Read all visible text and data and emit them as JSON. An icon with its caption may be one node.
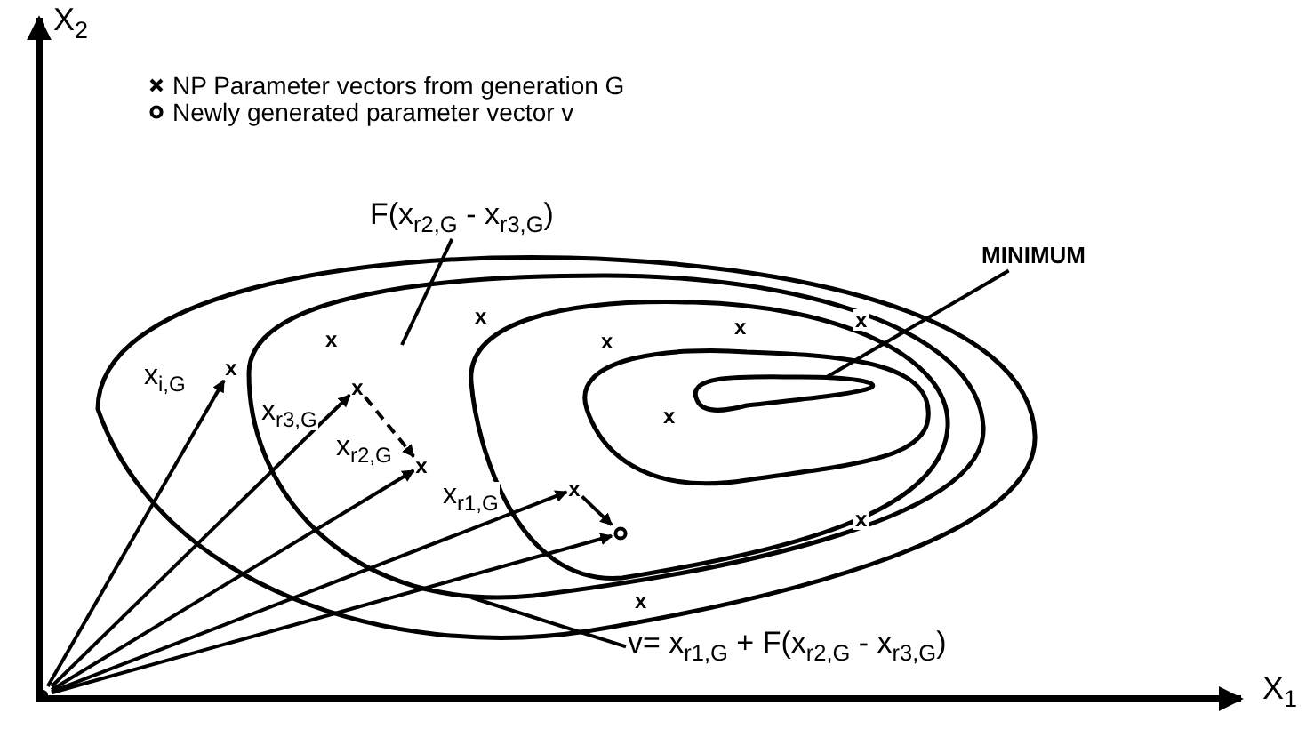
{
  "diagram": {
    "nodes": [
      {
        "text": [
          "F(x$_{r2,G}$ - x$_{r3,G}$)"
        ]
      },
      {
        "text": [
          "MINIMUM"
        ]
      },
      {
        "text": [
          "x"
        ]
      },
      {
        "text": [
          "x"
        ]
      },
      {
        "text": [
          "x"
        ]
      },
      {
        "text": [
          "x"
        ]
      },
      {
        "text": [],
        "shape": "circle"
      },
      {
        "text": [
          "v= x$_{r1,G}$ + F(x$_{r2,G}$ - x$_{r3,G}$)"
        ]
      },
      {
        "text": [],
        "shape": "dot"
      }
    ],
    "edges": [
      {
        "from": 8,
        "to": 2,
        "arrow": "to",
        "label": "x$_{i,G}$"
      },
      {
        "from": 8,
        "to": 3,
        "arrow": "to",
        "label": "x$_{r3,G}$"
      },
      {
        "from": 8,
        "to": 4,
        "arrow": "to",
        "label": "x$_{r2,G}$"
      },
      {
        "from": 8,
        "to": 5,
        "arrow": "to",
        "label": "x$_{r1,G}$"
      },
      {
        "from": 8,
        "to": 6,
        "arrow": "to"
      },
      {
        "from": 3,
        "to": 4,
        "arrow": "to",
        "style": "dashed"
      },
      {
        "from": 5,
        "to": 6,
        "arrow": "to"
      },
      {
        "from": 0,
        "to": null,
        "arrow": "none"
      },
      {
        "from": 1,
        "to": null,
        "arrow": "none"
      },
      {
        "from": 7,
        "to": null,
        "arrow": "none"
      }
    ],
    "labels": [
      "X$_{2}$",
      "X$_{1}$",
      "x",
      "x",
      "x",
      "x",
      "x",
      "x",
      "x",
      "x"
    ],
    "legend": [
      {
        "text": "NP Parameter vectors from generation G"
      },
      {
        "text": "Newly generated parameter vector v"
      }
    ]
  }
}
